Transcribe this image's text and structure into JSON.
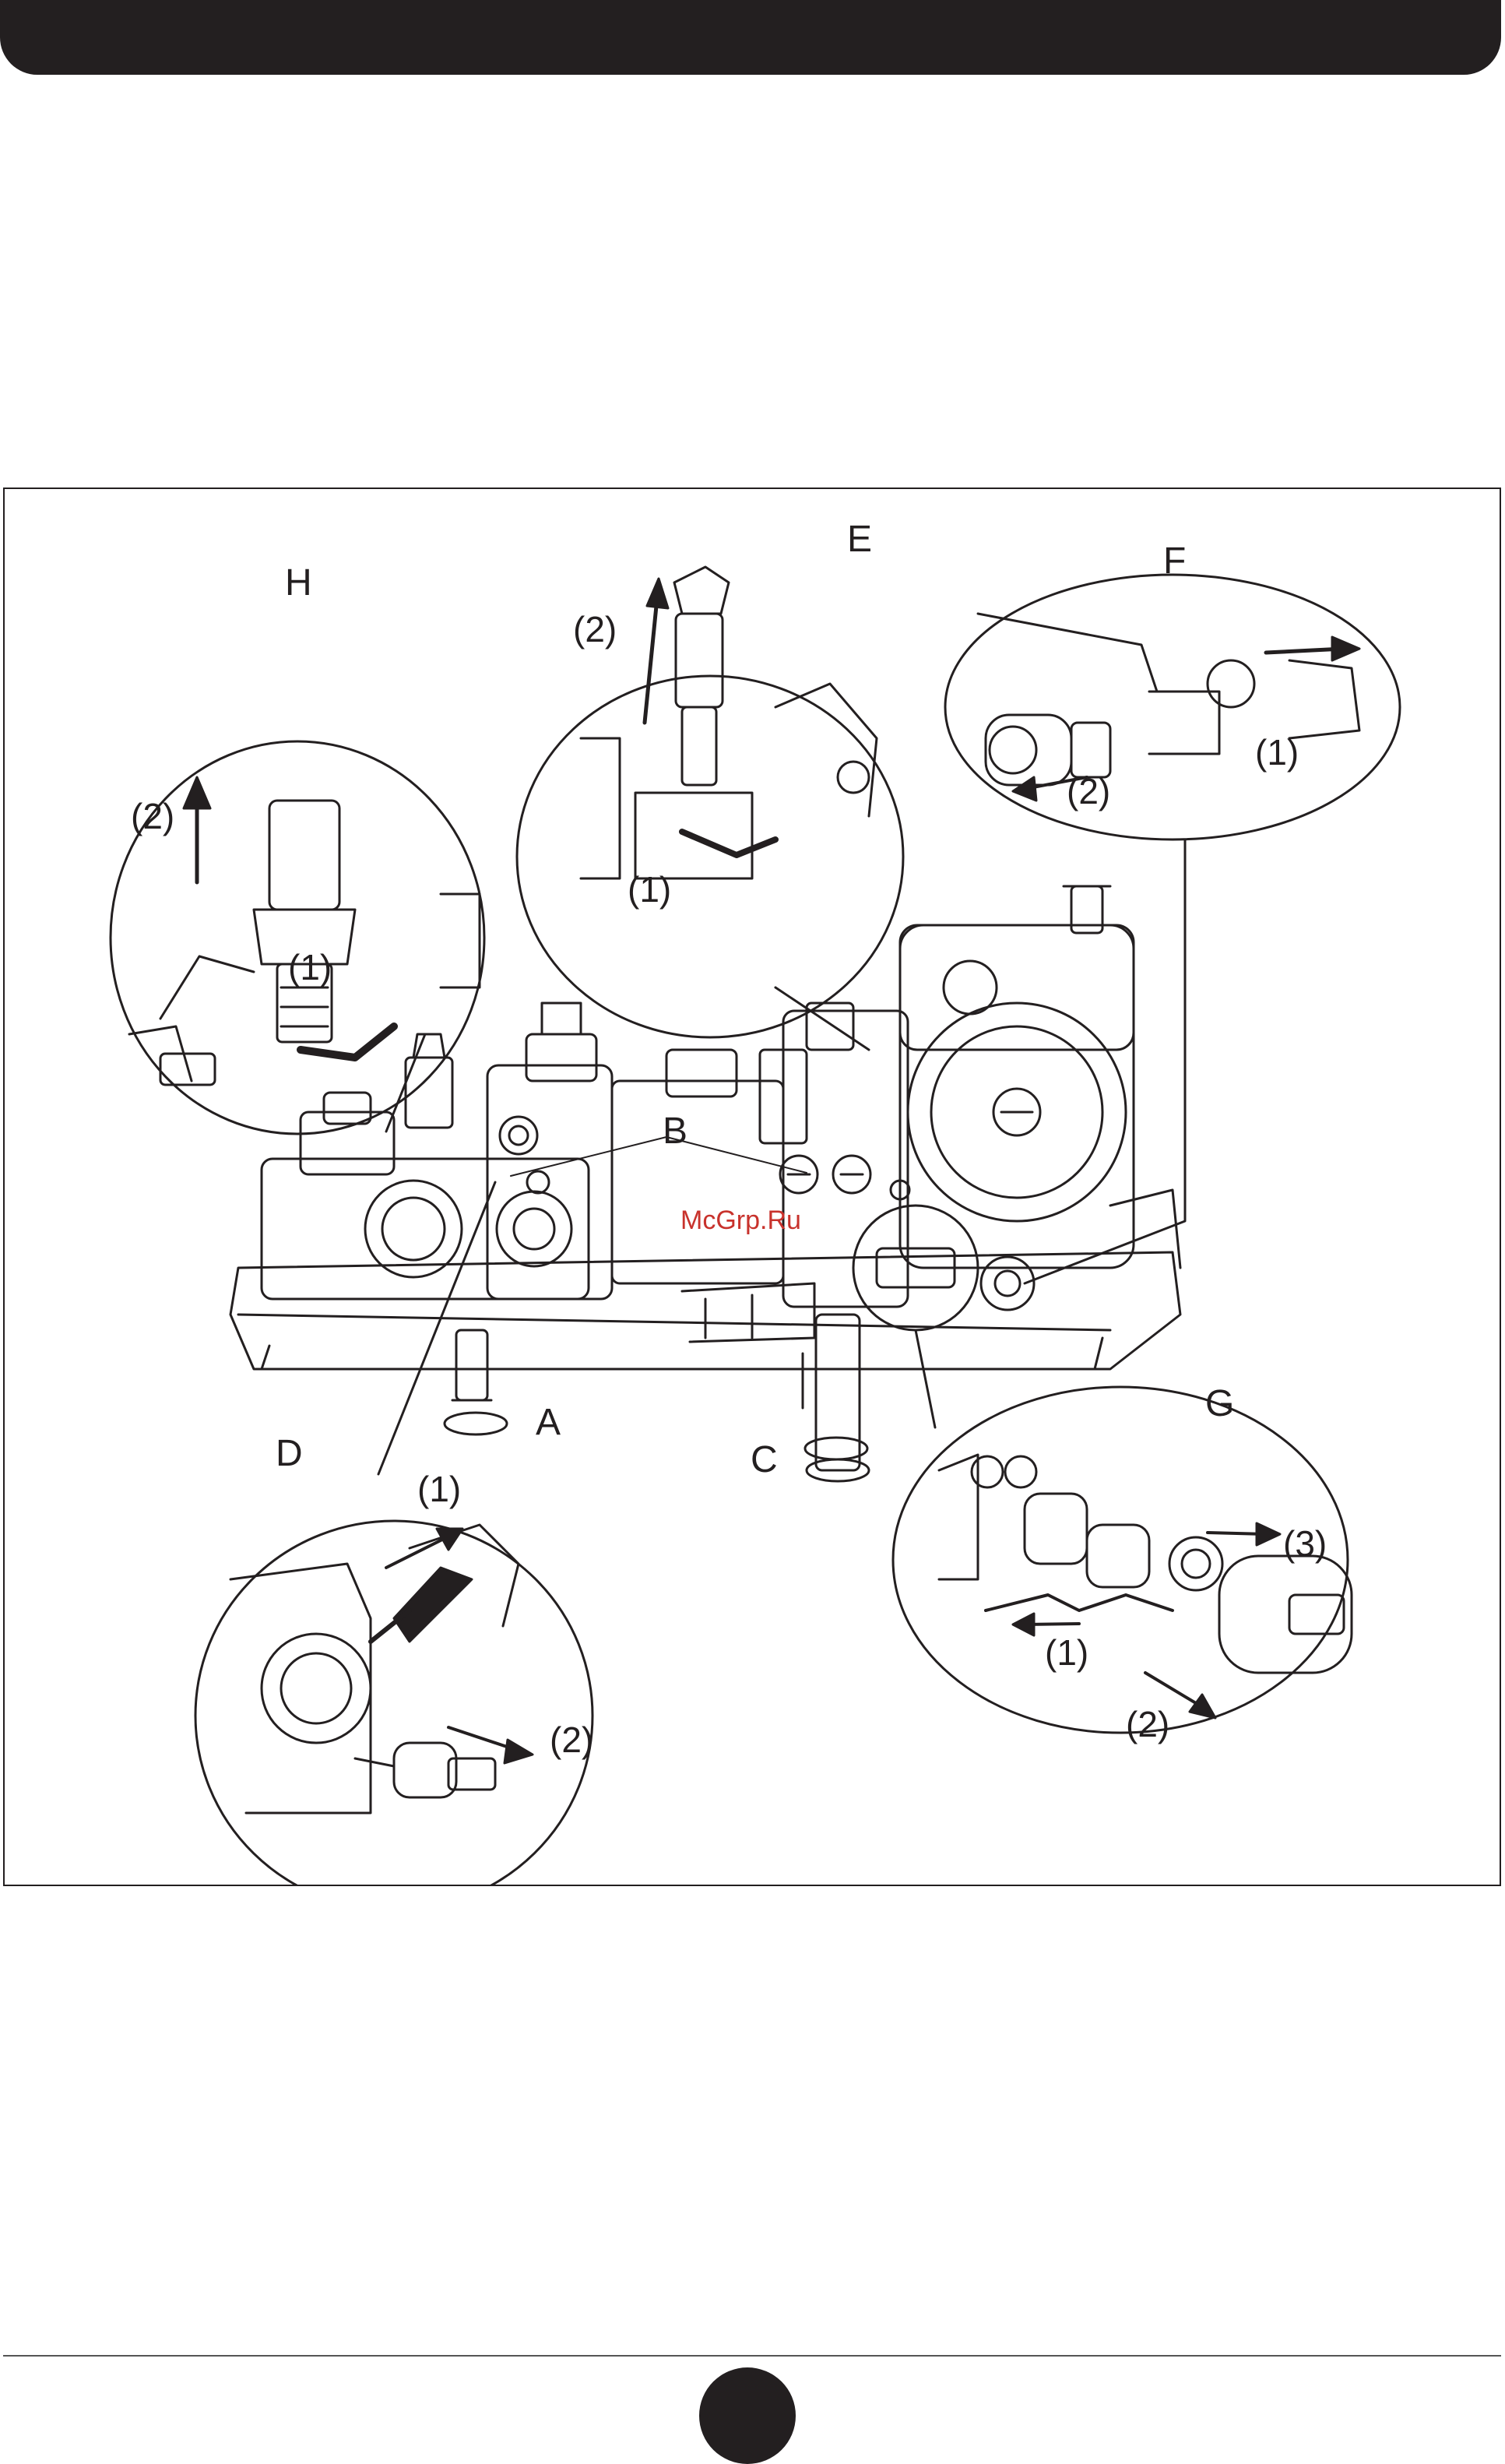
{
  "header": {
    "color": "#231f20"
  },
  "figure": {
    "watermark": "McGrp.Ru",
    "callouts": {
      "A": "A",
      "B": "B",
      "C": "C",
      "D": "D",
      "E": "E",
      "F": "F",
      "G": "G",
      "H": "H"
    },
    "steps": {
      "h1": "(1)",
      "h2": "(2)",
      "e1": "(1)",
      "e2": "(2)",
      "f1": "(1)",
      "f2": "(2)",
      "g1": "(1)",
      "g2": "(2)",
      "g3": "(3)",
      "d1": "(1)",
      "d2": "(2)"
    }
  },
  "footer": {
    "page_number": ""
  }
}
